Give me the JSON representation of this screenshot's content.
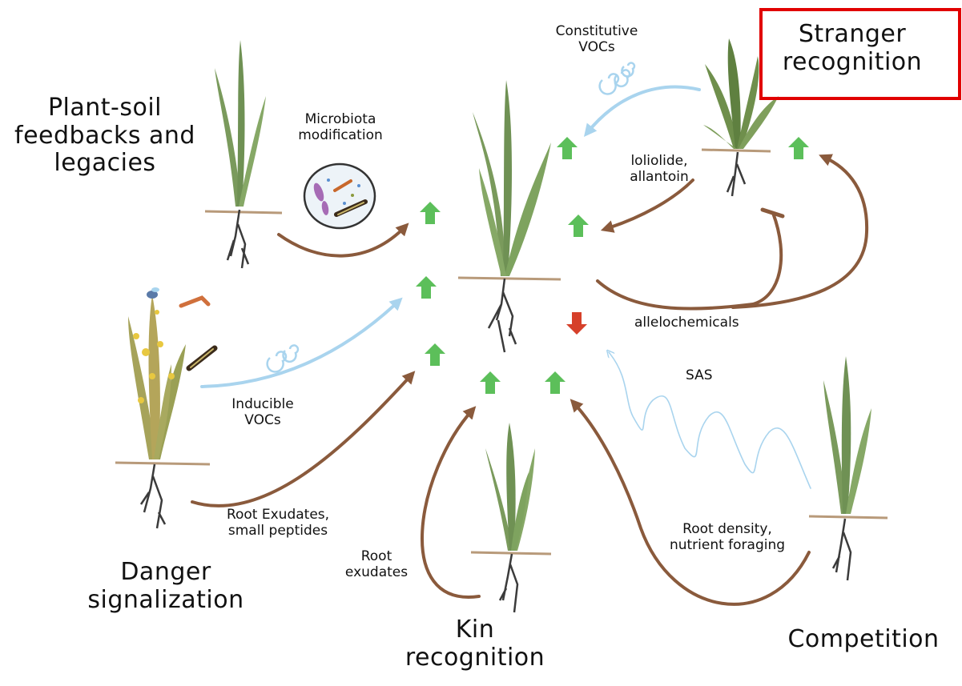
{
  "titles": {
    "plant_soil": "Plant-soil\nfeedbacks and\nlegacies",
    "danger": "Danger\nsignalization",
    "kin": "Kin\nrecognition",
    "competition": "Competition",
    "stranger": "Stranger\nrecognition"
  },
  "labels": {
    "microbiota": "Microbiota\nmodification",
    "constitutive_vocs": "Constitutive\nVOCs",
    "loliolide": "loliolide,\nallantoin",
    "allelochemicals": "allelochemicals",
    "sas": "SAS",
    "inducible_vocs": "Inducible\nVOCs",
    "root_exudates_peptides": "Root Exudates,\nsmall peptides",
    "root_exudates": "Root\nexudates",
    "root_density": "Root density,\nnutrient foraging"
  },
  "colors": {
    "arrow_brown": "#8a5a3c",
    "arrow_blue": "#a9d4ee",
    "up_green": "#5cbf5a",
    "down_red": "#d6402a",
    "leaf_green": "#7a9a5c",
    "highlight": "#e10000"
  }
}
